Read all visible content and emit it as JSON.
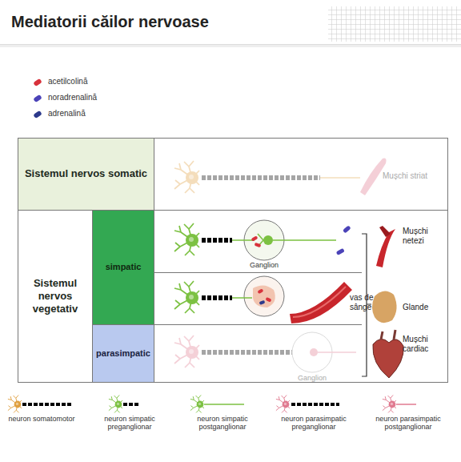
{
  "diagram": {
    "title": "Mediatorii căilor nervoase",
    "nodes": [
      {
        "text": [
          "Sistemul nervos somatic"
        ]
      },
      {
        "text": [
          "Sistemul nervos vegetativ"
        ]
      },
      {
        "text": [
          "simpatic"
        ]
      },
      {
        "text": [
          "parasimpatic"
        ]
      }
    ],
    "labels": [
      "Mușchi striat",
      "Ganglion",
      "vas de sânge",
      "Mușchi netezi",
      "Glande",
      "Mușchi cardiac",
      "Ganglion"
    ],
    "legend": [
      {
        "text": "acetilcolină",
        "color": "#d8323c"
      },
      {
        "text": "noradrenalină",
        "color": "#4b43b8"
      },
      {
        "text": "adrenalină",
        "color": "#2d3a8c"
      },
      {
        "text": "neuron somatomotor"
      },
      {
        "text": "neuron simpatic preganglionar"
      },
      {
        "text": "neuron simpatic postganglionar"
      },
      {
        "text": "neuron parasimpatic preganglionar"
      },
      {
        "text": "neuron parasimpatic postganglionar"
      }
    ]
  }
}
